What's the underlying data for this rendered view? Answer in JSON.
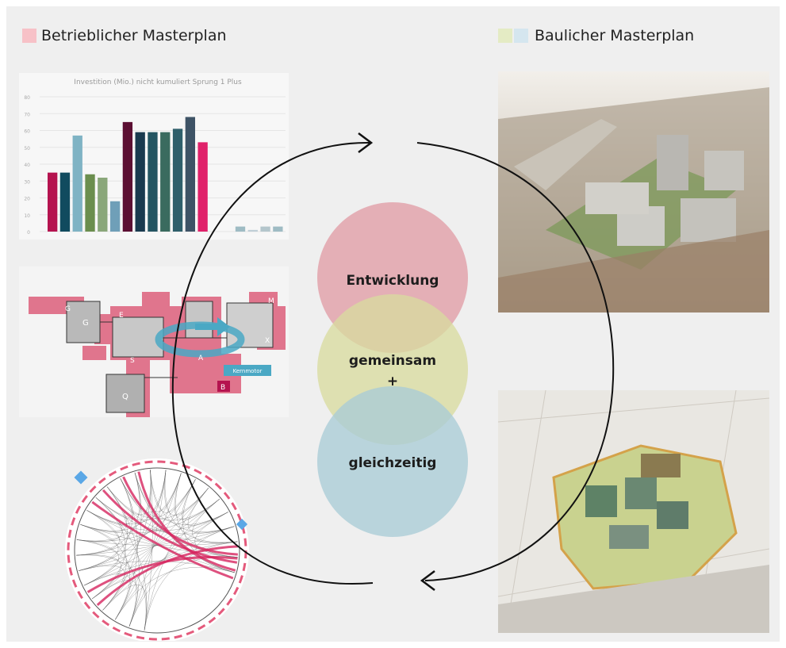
{
  "legend": {
    "left_label": "Betrieblicher Masterplan",
    "right_label": "Baulicher Masterplan",
    "left_color": "#f7c1c7",
    "right_colors": [
      "#e4ebc4",
      "#d5e6ef"
    ]
  },
  "venn": {
    "top": "Entwicklung",
    "middle": "gemeinsam",
    "plus": "+",
    "bottom": "gleichzeitig",
    "colors": [
      "#e3a6ae",
      "#d6d9a0",
      "#a9ccd6"
    ]
  },
  "chart_data": {
    "type": "bar",
    "title": "Investition (Mio.) nicht kumuliert Sprung 1 Plus",
    "ylim": [
      0,
      80
    ],
    "yticks": [
      "0",
      "10",
      "20",
      "30",
      "40",
      "50",
      "60",
      "70",
      "80"
    ],
    "values": [
      35,
      35,
      57,
      34,
      32,
      18,
      65,
      59,
      59,
      59,
      61,
      68,
      53,
      null,
      null,
      3,
      1,
      3,
      3
    ],
    "colors": [
      "#b5134f",
      "#114b5f",
      "#7fb3c4",
      "#6b8e4e",
      "#8aa77a",
      "#6f9fb8",
      "#5c0f33",
      "#1a3a4f",
      "#245562",
      "#3a6b5f",
      "#2f5f6b",
      "#3e5366",
      "#e0216a",
      "#000000",
      "#000000",
      "#9fbcc4",
      "#c0ced6",
      "#b4c6cc",
      "#9fbcc4"
    ]
  },
  "zones": {
    "labels": [
      "G",
      "G",
      "E",
      "S",
      "A",
      "M",
      "X",
      "Q",
      "B"
    ],
    "motor_label": "Kernmotor"
  }
}
